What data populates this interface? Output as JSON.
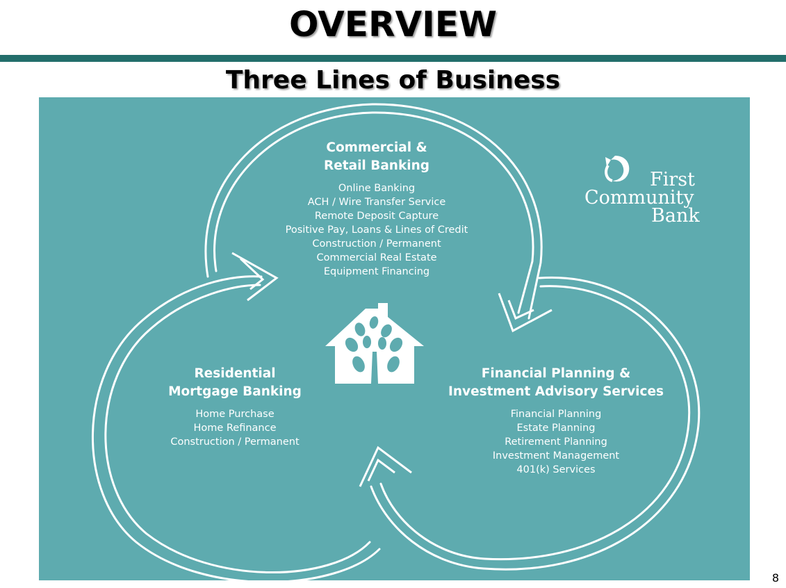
{
  "title": "OVERVIEW",
  "subtitle": "Three Lines of Business",
  "colors": {
    "header_rule": "#236e6b",
    "panel_background": "#5eabaf",
    "foreground": "#ffffff"
  },
  "logo": {
    "icon": "swirl-arrow-icon",
    "line1": "First",
    "line2": "Community",
    "line3": "Bank"
  },
  "center_icon": "house-with-tree-icon",
  "sections": {
    "commercial": {
      "heading_line1": "Commercial &",
      "heading_line2": "Retail Banking",
      "items": [
        "Online Banking",
        "ACH / Wire Transfer Service",
        "Remote Deposit Capture",
        "Positive Pay, Loans & Lines of Credit",
        "Construction / Permanent",
        "Commercial Real Estate",
        "Equipment Financing"
      ]
    },
    "residential": {
      "heading_line1": "Residential",
      "heading_line2": "Mortgage Banking",
      "items": [
        "Home Purchase",
        "Home Refinance",
        "Construction / Permanent"
      ]
    },
    "financial": {
      "heading_line1": "Financial Planning &",
      "heading_line2": "Investment Advisory Services",
      "items": [
        "Financial Planning",
        "Estate Planning",
        "Retirement Planning",
        "Investment Management",
        "401(k) Services"
      ]
    }
  },
  "page_number": "8"
}
